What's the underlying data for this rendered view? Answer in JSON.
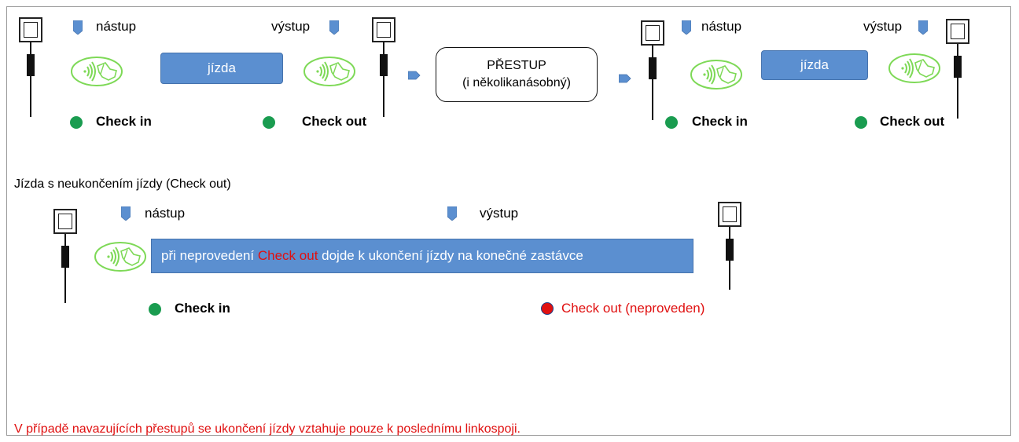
{
  "top_row": {
    "boarding_label_1": "nástup",
    "exit_label_1": "výstup",
    "ride_label_1": "jízda",
    "transfer_title": "PŘESTUP",
    "transfer_sub": "(i několikanásobný)",
    "boarding_label_2": "nástup",
    "exit_label_2": "výstup",
    "ride_label_2": "jízda",
    "check_in_1": "Check in",
    "check_out_1": "Check out",
    "check_in_2": "Check in",
    "check_out_2": "Check out"
  },
  "section2": {
    "heading": "Jízda s neukončením jízdy (Check out)",
    "boarding_label": "nástup",
    "exit_label": "výstup",
    "bar_text_pre": "při neprovedení ",
    "bar_text_red": "Check out",
    "bar_text_post": " dojde k ukončení jízdy na konečné zastávce",
    "check_in": "Check in",
    "check_out_missing": "Check out (neproveden)"
  },
  "footer_note": "V případě navazujících přestupů se ukončení jízdy vztahuje pouze k poslednímu linkospoji.",
  "colors": {
    "bar_blue": "#5b8fd0",
    "green_dot": "#1a9c50",
    "red": "#e01010",
    "nfc_green": "#7ed957"
  },
  "icons": [
    "stop-sign-icon",
    "boarding-marker-icon",
    "nfc-card-icon",
    "arrow-right-icon"
  ]
}
